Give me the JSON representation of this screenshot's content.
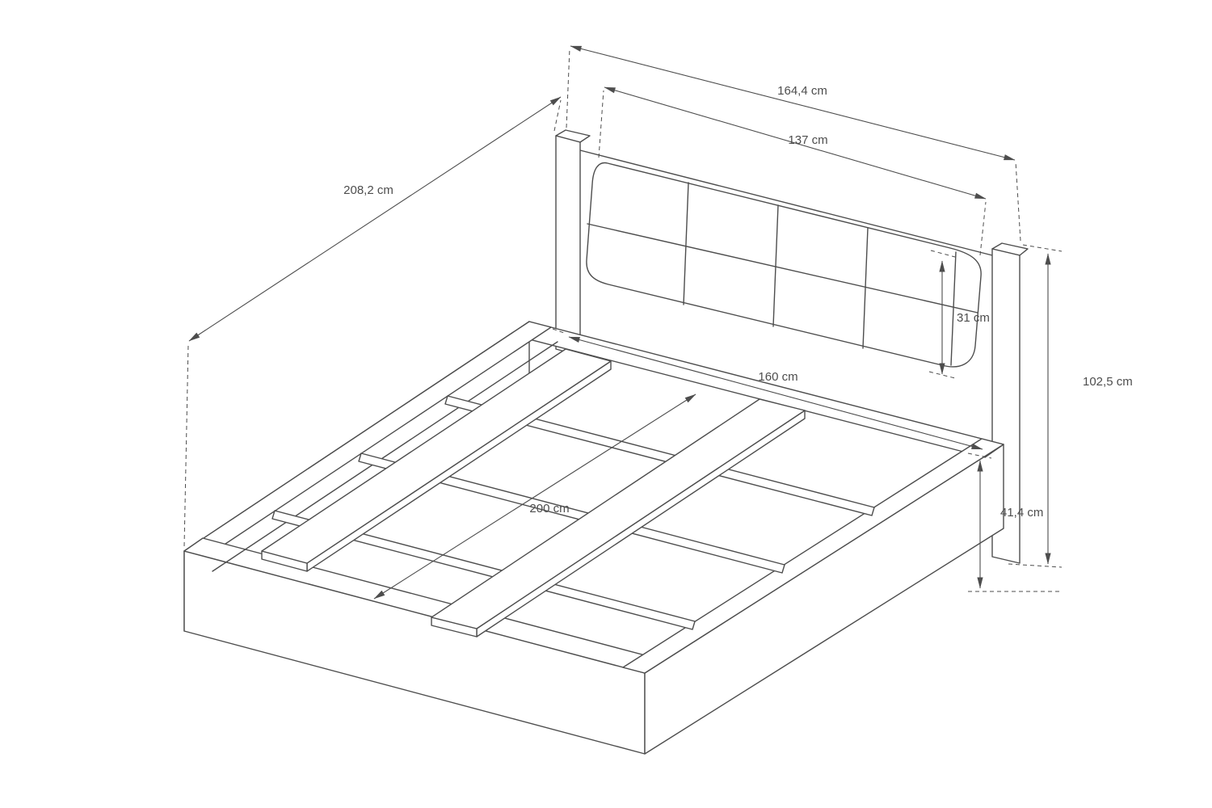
{
  "page": {
    "background": "#ffffff"
  },
  "diagram": {
    "type": "technical-drawing",
    "subject": "bed-frame-isometric-dimension-drawing",
    "line_color": "#4d4d4d",
    "text_color": "#4d4d4d",
    "labels": {
      "overall_width": "164,4 cm",
      "pad_width": "137 cm",
      "depth": "208,2 cm",
      "pad_height": "31 cm",
      "inner_width": "160 cm",
      "length": "200 cm",
      "total_height": "102,5 cm",
      "base_height": "41,4 cm"
    }
  }
}
